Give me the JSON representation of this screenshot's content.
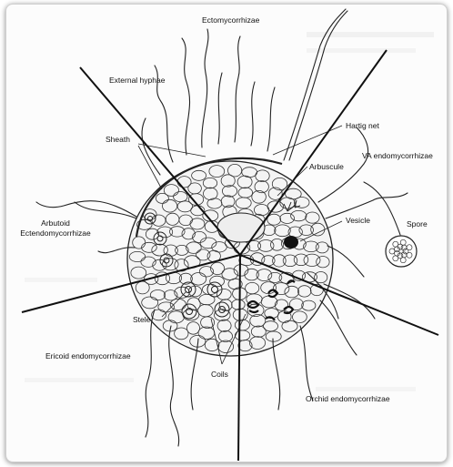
{
  "labels": {
    "ecto": "Ectomycorrhizae",
    "external_hyphae": "External hyphae",
    "hartig_net": "Hartig net",
    "sheath": "Sheath",
    "va_endo": "VA endomycorrhizae",
    "arbuscule": "Arbuscule",
    "arbutoid": "Arbutoid Ectendomycorrhizae",
    "vesicle": "Vesicle",
    "spore": "Spore",
    "stele": "Stele",
    "ericoid": "Ericoid endomycorrhizae",
    "coils": "Coils",
    "orchid": "Orchid endomycorrhizae"
  }
}
